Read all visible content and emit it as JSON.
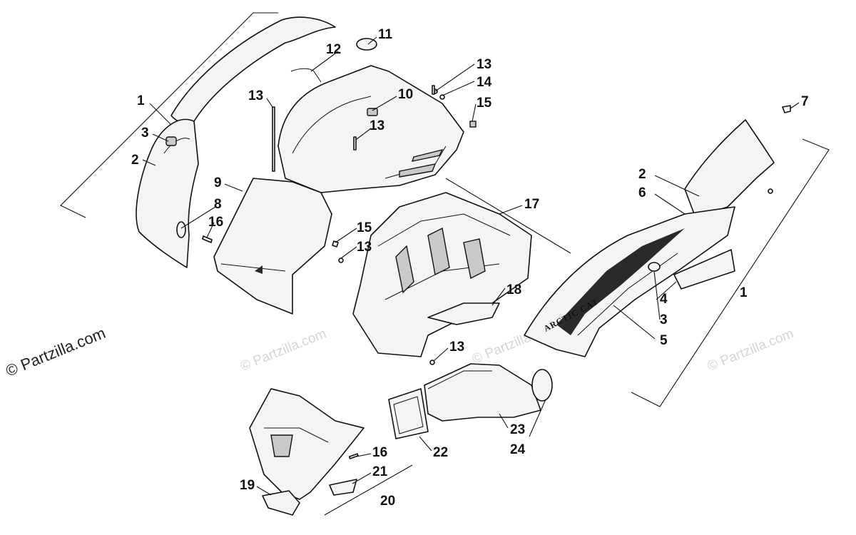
{
  "watermark": {
    "main": "© Partzilla.com",
    "faint": "© Partzilla.com"
  },
  "decal_brand": "ARCTIC CAT",
  "callouts": {
    "c1_left": "1",
    "c1_right": "1",
    "c2_left": "2",
    "c2_right": "2",
    "c3_left": "3",
    "c3_right": "3",
    "c4": "4",
    "c5": "5",
    "c6": "6",
    "c7": "7",
    "c8": "8",
    "c9": "9",
    "c10": "10",
    "c11": "11",
    "c12": "12",
    "c13_a": "13",
    "c13_b": "13",
    "c13_c": "13",
    "c13_d": "13",
    "c13_e": "13",
    "c14": "14",
    "c15_a": "15",
    "c15_b": "15",
    "c16_a": "16",
    "c16_b": "16",
    "c17": "17",
    "c18": "18",
    "c19": "19",
    "c20": "20",
    "c21": "21",
    "c22": "22",
    "c23": "23",
    "c24": "24"
  }
}
